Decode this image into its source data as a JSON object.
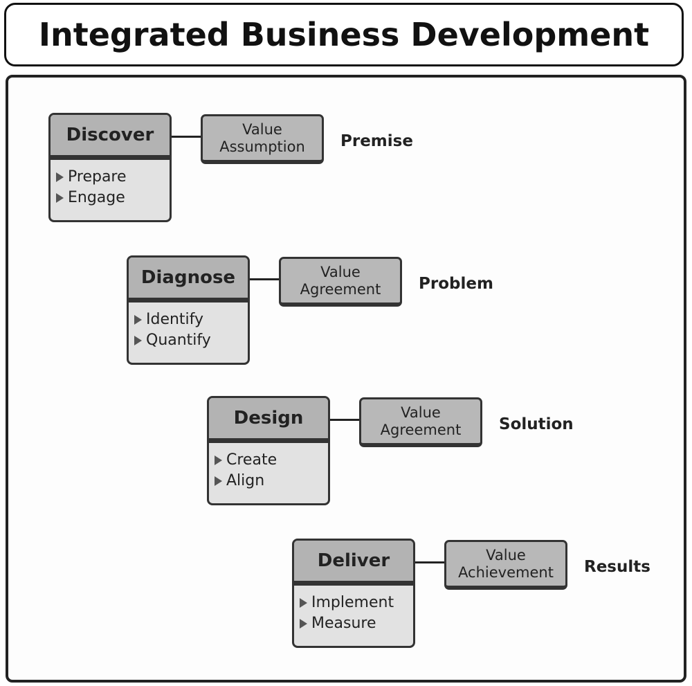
{
  "title": "Integrated Business Development",
  "stages": [
    {
      "name": "Discover",
      "steps": [
        "Prepare",
        "Engage"
      ],
      "value": [
        "Value",
        "Assumption"
      ],
      "outcome": "Premise"
    },
    {
      "name": "Diagnose",
      "steps": [
        "Identify",
        "Quantify"
      ],
      "value": [
        "Value",
        "Agreement"
      ],
      "outcome": "Problem"
    },
    {
      "name": "Design",
      "steps": [
        "Create",
        "Align"
      ],
      "value": [
        "Value",
        "Agreement"
      ],
      "outcome": "Solution"
    },
    {
      "name": "Deliver",
      "steps": [
        "Implement",
        "Measure"
      ],
      "value": [
        "Value",
        "Achievement"
      ],
      "outcome": "Results"
    }
  ]
}
